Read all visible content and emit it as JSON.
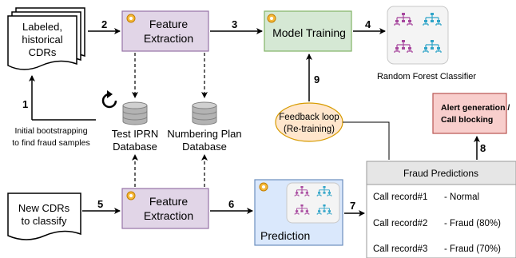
{
  "nodes": {
    "labeled_cdrs": [
      "Labeled,",
      "historical",
      "CDRs"
    ],
    "feature_extraction_top": [
      "Feature",
      "Extraction"
    ],
    "model_training": "Model Training",
    "classifier": "Random Forest Classifier",
    "test_iprn_db": [
      "Test IPRN",
      "Database"
    ],
    "numbering_plan_db": [
      "Numbering Plan",
      "Database"
    ],
    "bootstrapping_note": [
      "Initial bootstrapping",
      "to find fraud samples"
    ],
    "feedback_loop": [
      "Feedback loop",
      "(Re-training)"
    ],
    "alert": [
      "Alert generation /",
      "Call blocking"
    ],
    "new_cdrs": [
      "New CDRs",
      "to classify"
    ],
    "feature_extraction_bottom": [
      "Feature",
      "Extraction"
    ],
    "prediction": "Prediction",
    "fraud_predictions": {
      "title": "Fraud Predictions",
      "rows": [
        {
          "record": "Call record#1",
          "result": "- Normal"
        },
        {
          "record": "Call record#2",
          "result": "- Fraud (80%)"
        },
        {
          "record": "Call record#3",
          "result": "- Fraud (70%)"
        }
      ]
    }
  },
  "edges": {
    "e1": "1",
    "e2": "2",
    "e3": "3",
    "e4": "4",
    "e5": "5",
    "e6": "6",
    "e7": "7",
    "e8": "8",
    "e9": "9"
  },
  "colors": {
    "feature_box": "#e1d5e7",
    "feature_border": "#9673a6",
    "training_box": "#d5e8d4",
    "training_border": "#82b366",
    "prediction_box": "#dae8fc",
    "prediction_border": "#6c8ebf",
    "feedback_fill": "#ffe6cc",
    "feedback_border": "#d79b00",
    "alert_fill": "#f8cecc",
    "alert_border": "#b85450",
    "table_header": "#e6e6e6",
    "db_fill": "#b3b3b3",
    "tree_purple": "#a7479e",
    "tree_blue": "#2fa4c8"
  }
}
